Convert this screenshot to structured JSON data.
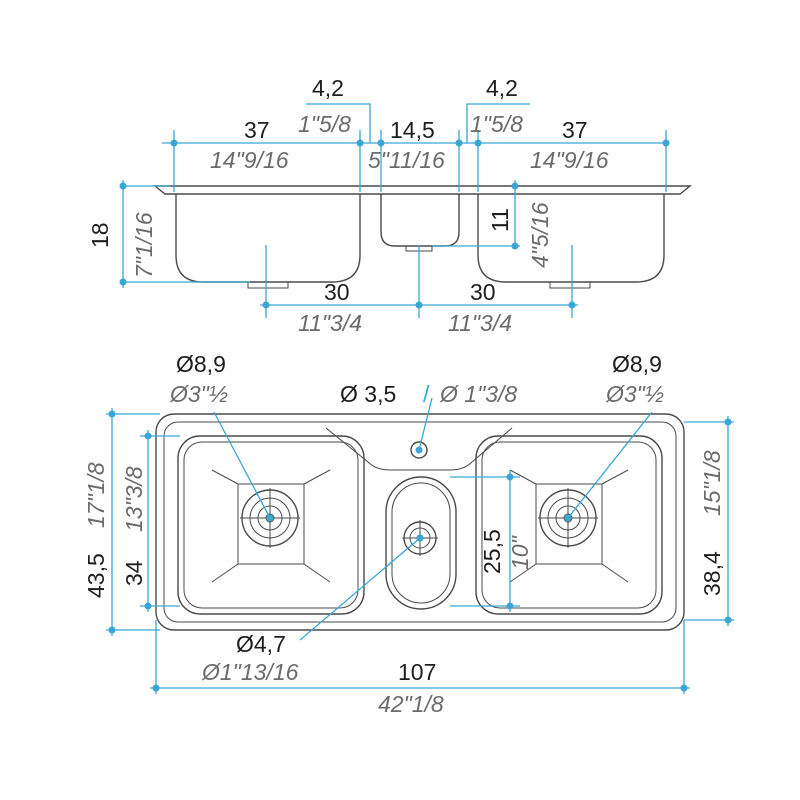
{
  "top_view_dims": {
    "left_width": {
      "metric": "37",
      "imperial": "14\"9/16"
    },
    "middle_width": {
      "metric": "14,5",
      "imperial": "5\"11/16"
    },
    "right_width": {
      "metric": "37",
      "imperial": "14\"9/16"
    },
    "left_gap": {
      "metric": "4,2",
      "imperial": "1\"5/8"
    },
    "right_gap": {
      "metric": "4,2",
      "imperial": "1\"5/8"
    },
    "bowl_depth": {
      "metric": "18",
      "imperial": "7\"1/16"
    },
    "small_bowl_depth": {
      "metric": "11",
      "imperial": "4\"5/16"
    },
    "drain_spacing_left": {
      "metric": "30",
      "imperial": "11\"3/4"
    },
    "drain_spacing_right": {
      "metric": "30",
      "imperial": "11\"3/4"
    }
  },
  "plan_view_dims": {
    "left_drain": {
      "metric": "Ø8,9",
      "imperial": "Ø3\"½"
    },
    "right_drain": {
      "metric": "Ø8,9",
      "imperial": "Ø3\"½"
    },
    "tap_hole": {
      "metric": "Ø 3,5",
      "separator": "/",
      "imperial": "Ø 1\"3/8"
    },
    "small_drain": {
      "metric": "Ø4,7",
      "imperial": "Ø1\"13/16"
    },
    "total_depth": {
      "metric": "43,5",
      "imperial": "17\"1/8"
    },
    "left_bowl_depth": {
      "metric": "34",
      "imperial": "13\"3/8"
    },
    "right_bowl_depth": {
      "metric": "38,4",
      "imperial": "15\"1/8"
    },
    "small_bowl_length": {
      "metric": "25,5",
      "imperial": "10\""
    },
    "total_length": {
      "metric": "107",
      "imperial": "42\"1/8"
    }
  },
  "colors": {
    "dimension": "#3aa6d6",
    "outline": "#4a4a4a",
    "metric_text": "#1e1e1e",
    "imperial_text": "#6b6b6b"
  }
}
